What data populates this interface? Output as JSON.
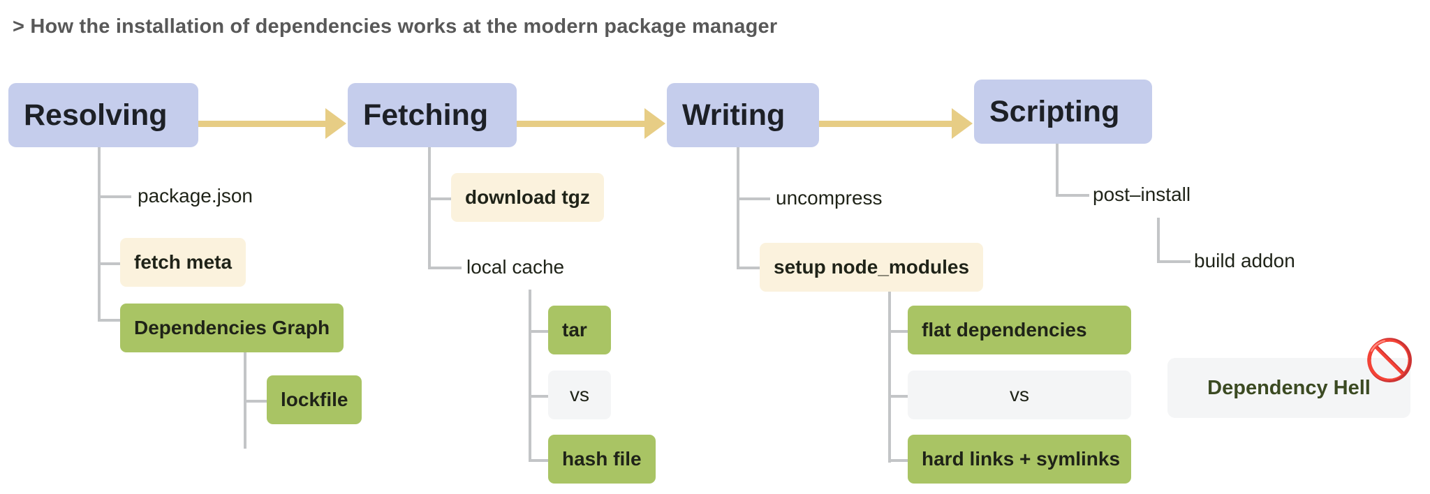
{
  "title": "> How the installation of dependencies works at the modern package manager",
  "colors": {
    "stage_box": "#c5cdec",
    "cream_box": "#fbf2dd",
    "green_box": "#a9c464",
    "grey_box": "#f4f5f6",
    "arrow": "#e7cd85",
    "connector": "#c3c5c7",
    "title_text": "#585858",
    "dep_hell_text": "#3b4a22"
  },
  "stages": [
    {
      "label": "Resolving"
    },
    {
      "label": "Fetching"
    },
    {
      "label": "Writing"
    },
    {
      "label": "Scripting"
    }
  ],
  "nodes": {
    "package_json": "package.json",
    "fetch_meta": "fetch meta",
    "dependencies_graph": "Dependencies Graph",
    "lockfile": "lockfile",
    "download_tgz": "download tgz",
    "local_cache": "local cache",
    "tar": "tar",
    "vs_fetching": "vs",
    "hash_file": "hash file",
    "uncompress": "uncompress",
    "setup_node_modules": "setup node_modules",
    "flat_dependencies": "flat dependencies",
    "vs_writing": "vs",
    "hard_links_symlinks": "hard links + symlinks",
    "post_install": "post–install",
    "build_addon": "build addon"
  },
  "badge": {
    "label": "Dependency Hell",
    "icon": "no-entry-icon",
    "icon_glyph": "🚫"
  }
}
